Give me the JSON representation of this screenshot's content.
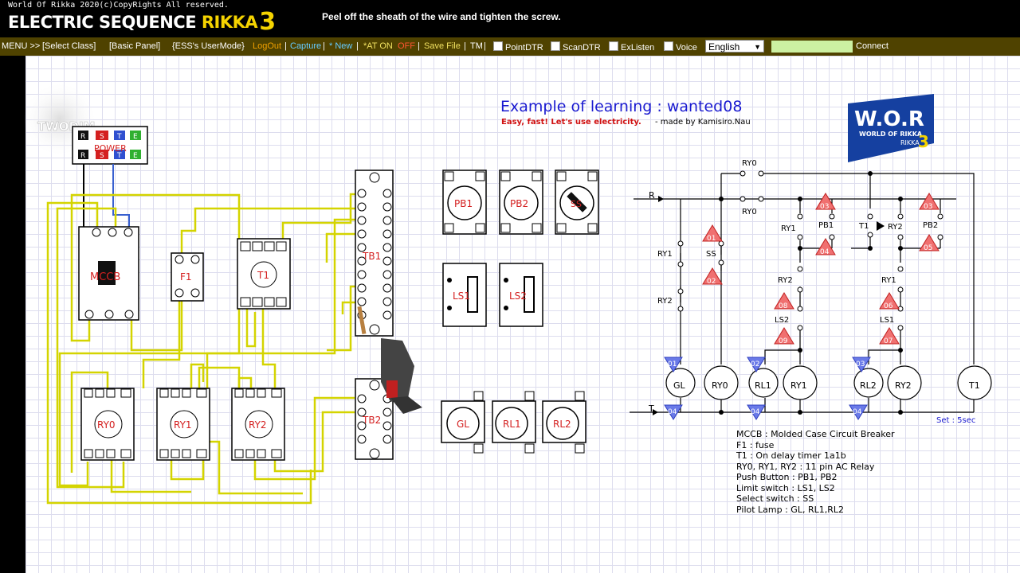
{
  "app": {
    "copyright": "World Of Rikka 2020(c)CopyRights All reserved.",
    "brand_main": "ELECTRIC SEQUENCE",
    "brand_rikka": "RIKKA",
    "brand_num": "3",
    "instruction": "Peel off the sheath of the wire and tighten the screw."
  },
  "menu": {
    "menu": "MENU >>",
    "select_class": "[Select Class]",
    "basic_panel": "[Basic Panel]",
    "ess_mode": "{ESS's UserMode}",
    "logout": "LogOut",
    "sep": "|",
    "capture": "Capture",
    "new": "* New",
    "at": "*AT ON",
    "off": "OFF",
    "save": "Save File",
    "tm": "TM",
    "point": "PointDTR",
    "scan": "ScanDTR",
    "exlisten": "ExListen",
    "voice": "Voice",
    "language": "English",
    "connect": "Connect"
  },
  "colors": {
    "logout": "#f0a000",
    "capture": "#66ccff",
    "off": "#ff5533",
    "save": "#f0e060",
    "accent": "#f5d300"
  },
  "panel": {
    "title": "Example of learning : wanted08",
    "subtitle": "Easy, fast! Let's use electricity.",
    "author": "- made by Kamisiro.Nau",
    "set_label": "Set : 5sec",
    "watermark": "TWODIM",
    "logo": {
      "top": "W.O.R",
      "sub": "WORLD OF RIKKA",
      "small": "RIKKA",
      "num": "3"
    }
  },
  "components": {
    "power": "POWER",
    "mccb": "MCCB",
    "f1": "F1",
    "t1": "T1",
    "ry0": "RY0",
    "ry1": "RY1",
    "ry2": "RY2",
    "tb1": "TB1",
    "tb2": "TB2",
    "pb1": "PB1",
    "pb2": "PB2",
    "ss": "SS",
    "ls1": "LS1",
    "ls2": "LS2",
    "gl": "GL",
    "rl1": "RL1",
    "rl2": "RL2",
    "power_top": [
      "R",
      "S",
      "T",
      "E"
    ],
    "power_bot": [
      "R",
      "S",
      "T",
      "E"
    ]
  },
  "legend": [
    "MCCB : Molded Case Circuit Breaker",
    "F1 : fuse",
    "T1 : On delay timer 1a1b",
    "RY0, RY1, RY2 : 11 pin AC Relay",
    "Push Button : PB1, PB2",
    "Limit switch : LS1, LS2",
    "Select switch : SS",
    "Pilot Lamp : GL, RL1,RL2"
  ],
  "schematic": {
    "rail_r": "R",
    "rail_t": "T",
    "contacts": {
      "ry0_top": "RY0",
      "ry0_mid": "RY0",
      "ry1_a": "RY1",
      "ry2_a": "RY2",
      "ss": "SS",
      "ry1_c": "RY1",
      "pb1": "PB1",
      "t1": "T1",
      "ry2_c": "RY2",
      "pb2": "PB2",
      "ry2_b": "RY2",
      "ls2": "LS2",
      "ry1_b": "RY1",
      "ls1": "LS1"
    },
    "loads": {
      "gl": "GL",
      "ry0": "RY0",
      "rl1": "RL1",
      "ry1": "RY1",
      "rl2": "RL2",
      "ry2": "RY2",
      "t1": "T1"
    },
    "tags": {
      "t03a": "03",
      "t03b": "03",
      "t04a": "04",
      "t01": "01",
      "t02": "02",
      "t05": "05",
      "t08": "08",
      "t09": "09",
      "t06": "06",
      "t07": "07",
      "b01": "01",
      "b02": "02",
      "b03": "03",
      "b04a": "04",
      "b04b": "04",
      "b04c": "04"
    }
  }
}
